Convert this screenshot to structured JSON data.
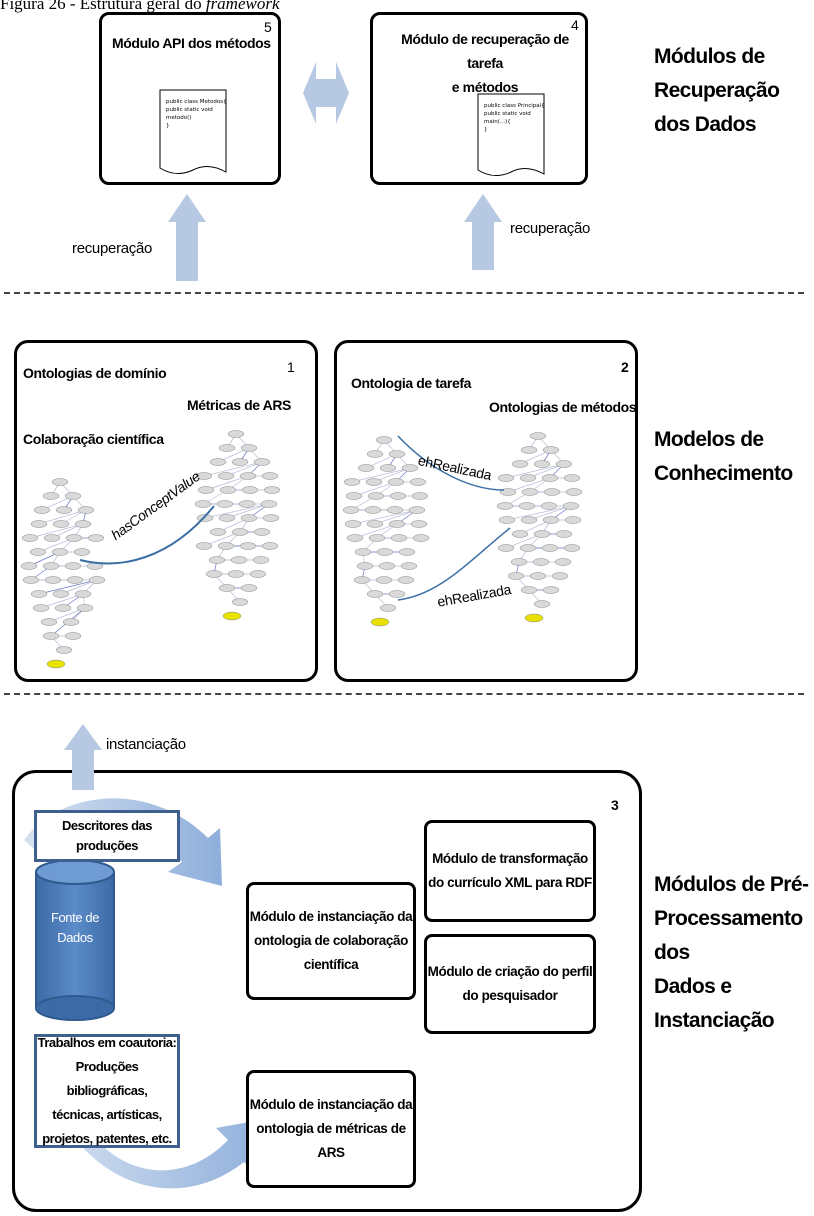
{
  "caption": {
    "prefix": "Figura 26 - Estrutura geral do ",
    "italic": "framework"
  },
  "sections": {
    "retrieval_label": "Módulos de\nRecuperação\ndos Dados",
    "knowledge_label": "Modelos de\nConhecimento",
    "preprocessing_label": "Módulos de Pré-\nProcessamento dos\nDados e Instanciação"
  },
  "retrieval": {
    "api_module": {
      "title": "Módulo API dos métodos",
      "number": "5",
      "code": "public class Metodos{\npublic static void\nmetodo()\n}"
    },
    "task_module": {
      "title": "Módulo de recuperação de tarefa\ne métodos",
      "number": "4",
      "code": "public class Principal{\npublic static void\nmain(...){\n}"
    },
    "arrow_left_label": "recuperação",
    "arrow_right_label": "recuperação"
  },
  "knowledge": {
    "domain_box": {
      "number": "1",
      "title": "Ontologias de domínio",
      "left_label": "Colaboração científica",
      "right_label": "Métricas de ARS",
      "relation": "hasConceptValue"
    },
    "task_box": {
      "number": "2",
      "title": "Ontologia de tarefa",
      "right_label": "Ontologias de métodos",
      "relation_top": "ehRealizada",
      "relation_bottom": "ehRealizada"
    }
  },
  "instantiation_label": "instanciação",
  "preprocessing": {
    "number": "3",
    "descriptors": "Descritores das\nproduções",
    "database": "Fonte de\nDados",
    "coauthorship": "Trabalhos em coautoria:\nProduções bibliográficas,\ntécnicas, artísticas,\nprojetos, patentes, etc.",
    "inst_collab": "Módulo de instanciação da\nontologia de colaboração\ncientífica",
    "inst_metrics": "Módulo de instanciação da\nontologia de métricas de\nARS",
    "xml_rdf": "Módulo de transformação\ndo currículo XML para RDF",
    "profile": "Módulo de criação do perfil\ndo pesquisador"
  },
  "colors": {
    "arrow": "#b7c8e2",
    "db": "#4f7fbc",
    "db_border": "#2f5a8f",
    "relation_line": "#3a6ea5"
  }
}
